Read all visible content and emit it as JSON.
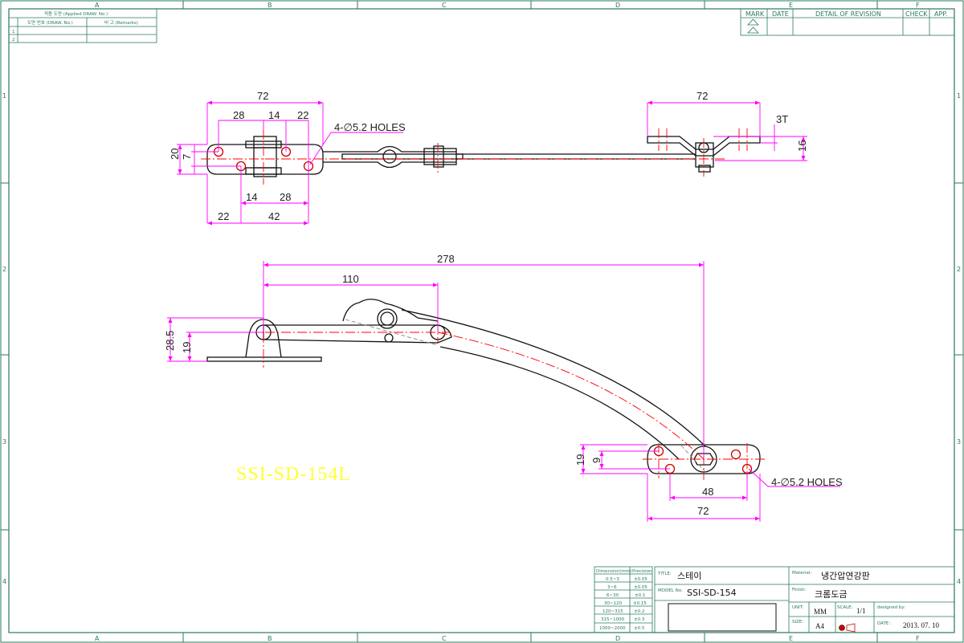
{
  "grid": {
    "columns": [
      "A",
      "B",
      "C",
      "D",
      "E",
      "F"
    ],
    "rows": [
      "1",
      "2",
      "3",
      "4"
    ]
  },
  "applied_drawing_table": {
    "header1": "적용 도면 (Applied DRAW. No.)",
    "col_drawing": "도면 번호 (DRAW. No.)",
    "col_remarks": "비 고 (Remarks)",
    "row1": "1",
    "row2": "2"
  },
  "revision_table": {
    "mark": "MARK",
    "date": "DATE",
    "detail": "DETAIL OF REVISION",
    "check": "CHECK",
    "app": "APP."
  },
  "top_view": {
    "dims": {
      "overall_72_left": "72",
      "d28": "28",
      "d14_top": "14",
      "d22_top": "22",
      "d20": "20",
      "d7": "7",
      "d14_bottom": "14",
      "d28_bottom": "28",
      "d22_bottom": "22",
      "d42": "42",
      "overall_72_right": "72",
      "d3t": "3T",
      "d16": "16"
    },
    "holes_note": "4-∅5.2 HOLES"
  },
  "side_view": {
    "dims": {
      "d278": "278",
      "d110": "110",
      "d28_5": "28.5",
      "d19_left": "19",
      "d19_right": "19",
      "d9": "9",
      "d48": "48",
      "d72": "72"
    },
    "holes_note": "4-∅5.2 HOLES"
  },
  "watermark": "SSI-SD-154L",
  "tolerance_table": {
    "header_dim": "Dimension(mm)",
    "header_prec": "Precision",
    "rows": [
      [
        "0.5~3",
        "±0.05"
      ],
      [
        "3~6",
        "±0.05"
      ],
      [
        "6~30",
        "±0.1"
      ],
      [
        "30~120",
        "±0.15"
      ],
      [
        "120~315",
        "±0.2"
      ],
      [
        "315~1000",
        "±0.3"
      ],
      [
        "1000~2000",
        "±0.5"
      ]
    ]
  },
  "title_block": {
    "title_label": "TITLE:",
    "title_value": "스테이",
    "model_label": "MODEL No.",
    "model_value": "SSI-SD-154",
    "material_label": "Material:",
    "material_value": "냉간압연강판",
    "finish_label": "Finish:",
    "finish_value": "크롬도금",
    "unit_label": "UNIT:",
    "unit_value": "MM",
    "scale_label": "SCALE:",
    "scale_value": "1/1",
    "designed_label": "designed by:",
    "size_label": "SIZE:",
    "size_value": "A4",
    "date_label": "DATE :",
    "date_value": "2013. 07. 10"
  },
  "colors": {
    "frame": "#2a7a5a",
    "dimension": "#ff00ff",
    "centerline": "#ff0000",
    "part": "#111111",
    "watermark": "#ffff33"
  }
}
